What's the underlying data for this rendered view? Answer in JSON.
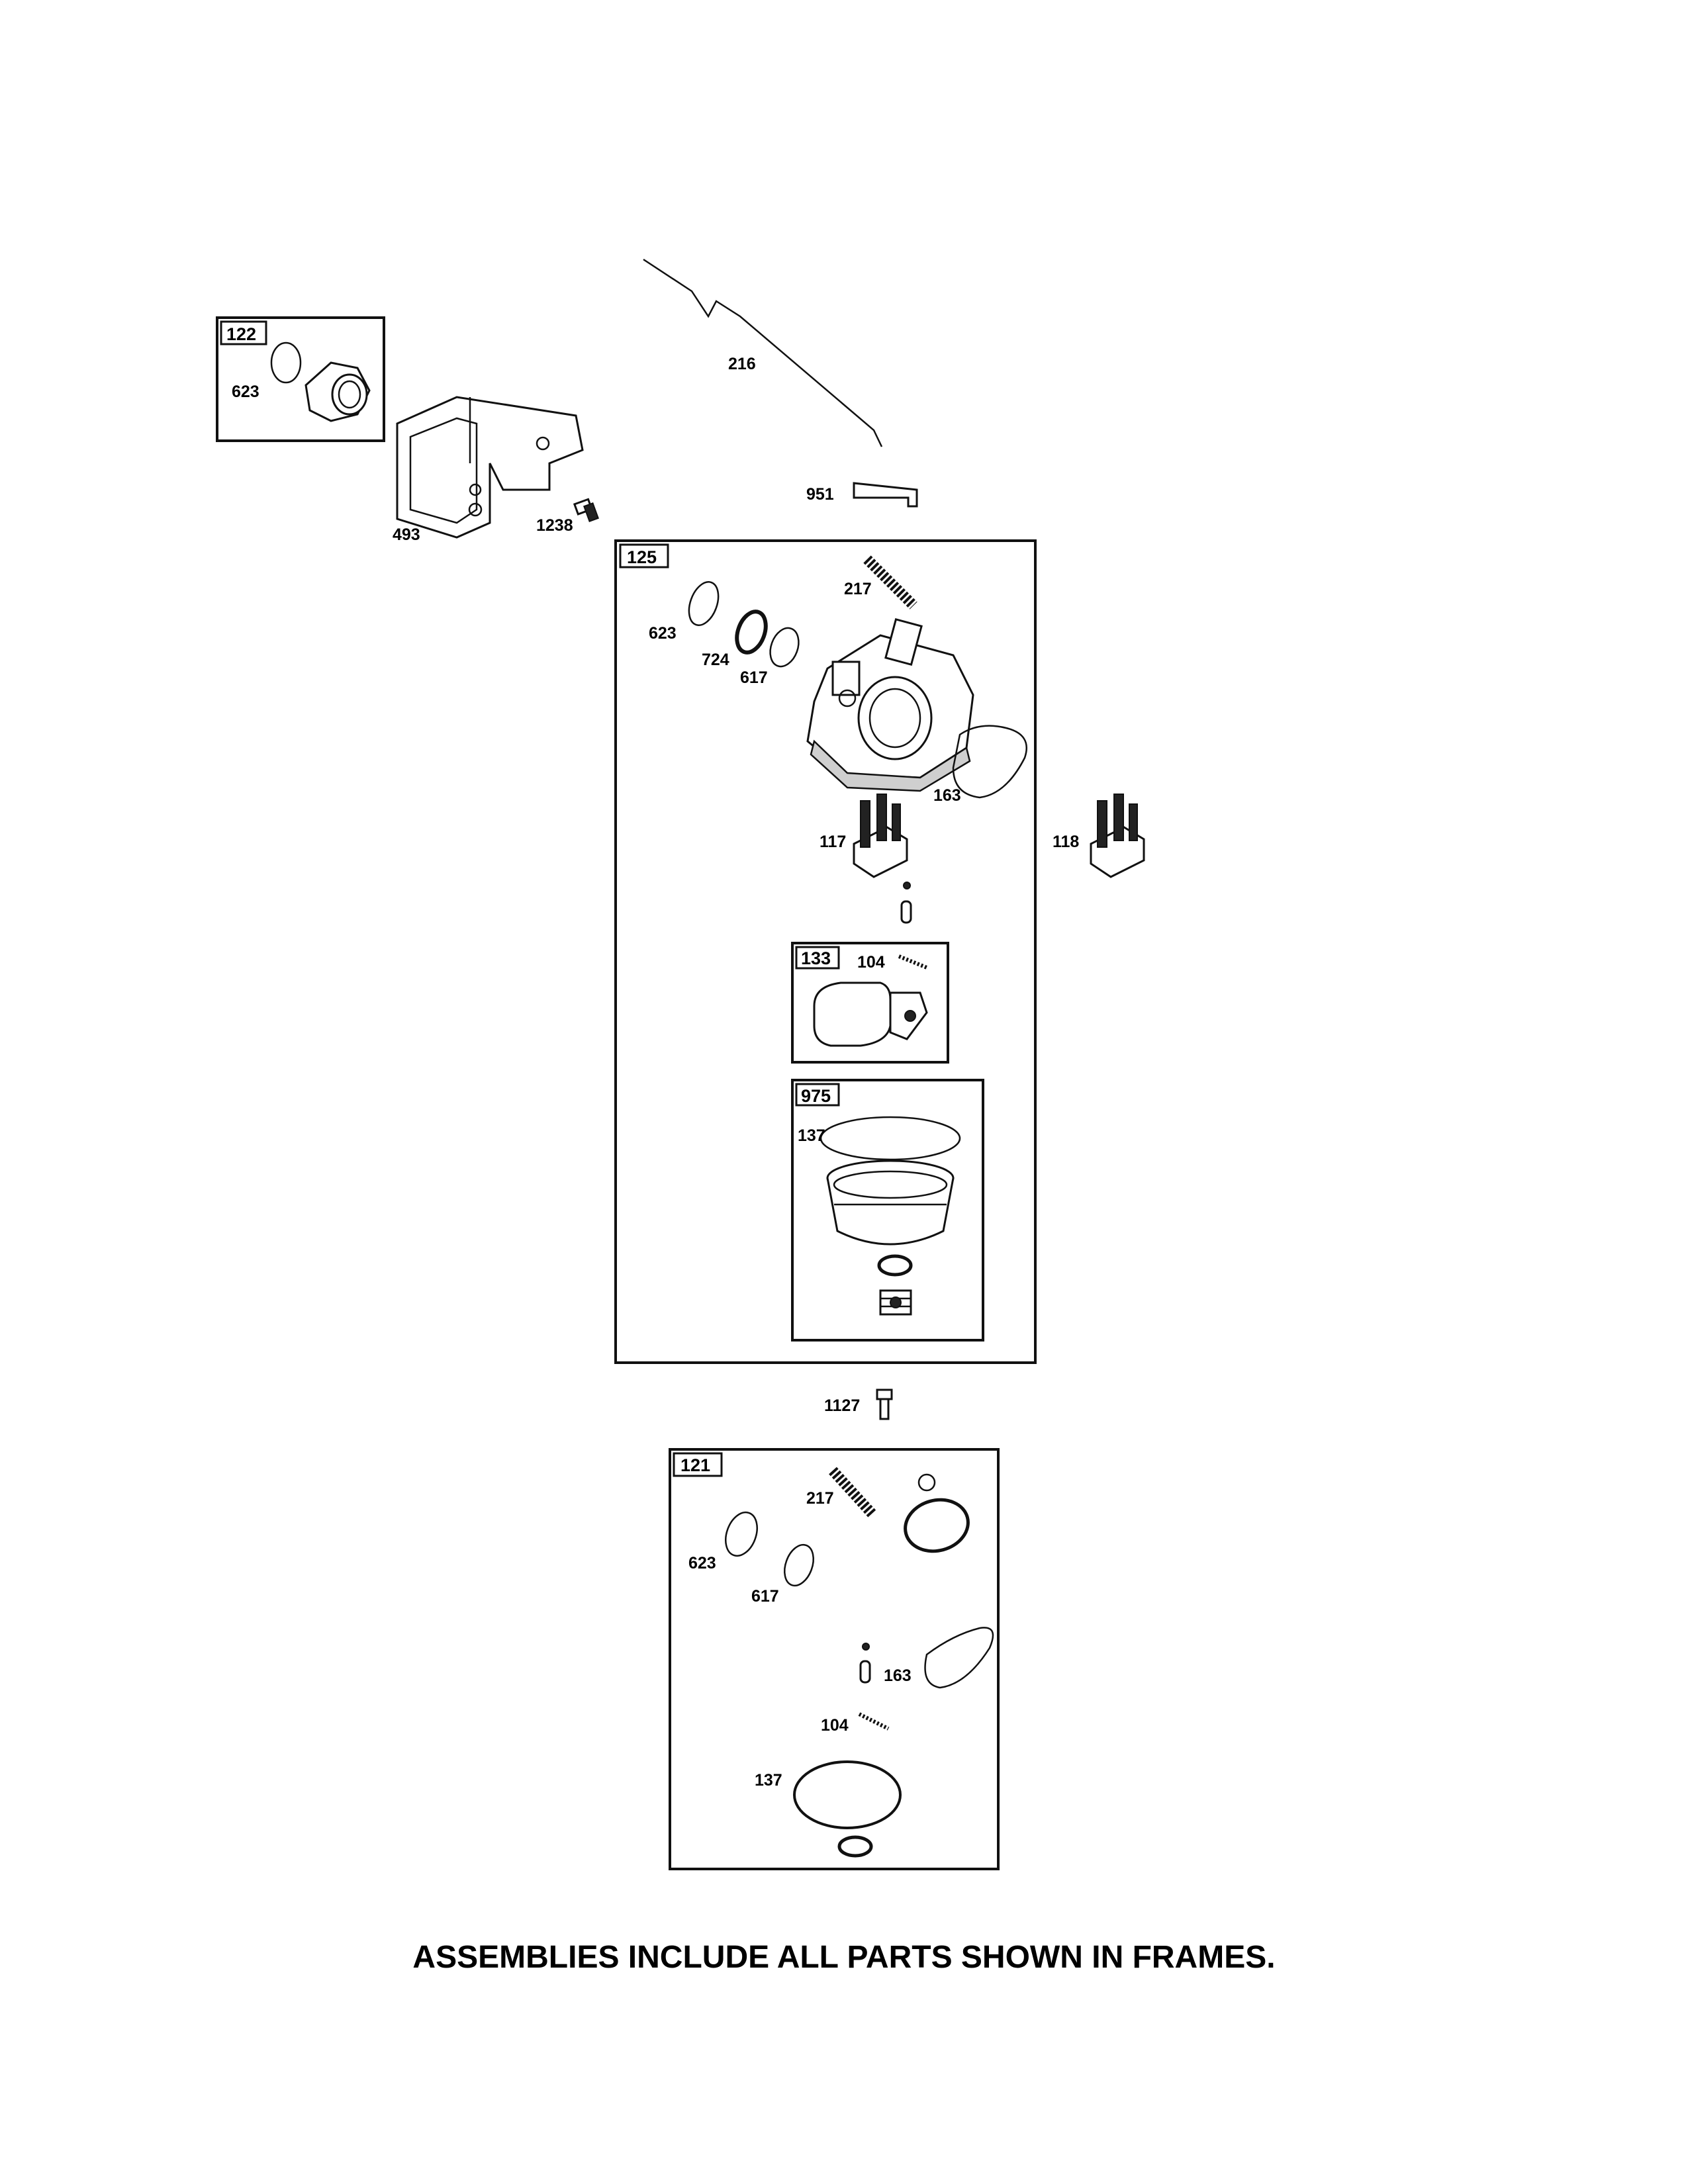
{
  "frames": {
    "f122": {
      "number": "122"
    },
    "f125": {
      "number": "125"
    },
    "f133": {
      "number": "133"
    },
    "f975": {
      "number": "975"
    },
    "f121": {
      "number": "121"
    }
  },
  "labels": {
    "p216": "216",
    "p623a": "623",
    "p493": "493",
    "p1238": "1238",
    "p951": "951",
    "p217a": "217",
    "p623b": "623",
    "p724": "724",
    "p617a": "617",
    "p163a": "163",
    "p117": "117",
    "p118": "118",
    "p104a": "104",
    "p137a": "137",
    "p1127": "1127",
    "p217b": "217",
    "p623c": "623",
    "p617b": "617",
    "p163b": "163",
    "p104b": "104",
    "p137b": "137"
  },
  "footer_note": "ASSEMBLIES INCLUDE ALL PARTS SHOWN IN FRAMES."
}
